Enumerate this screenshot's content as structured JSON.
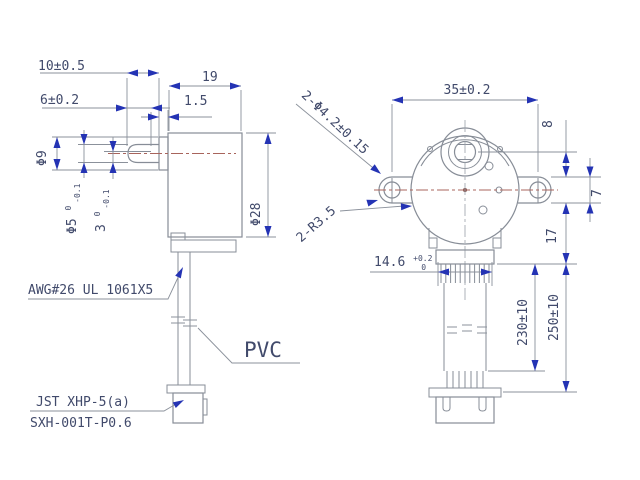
{
  "drawing": {
    "side_view": {
      "dims": {
        "shaft_length": "10±0.5",
        "flat_length": "6±0.2",
        "body_length": "19",
        "boss_length": "1.5",
        "boss_dia": "Φ9",
        "shaft_dia": "Φ5",
        "shaft_dia_tol_up": "0",
        "shaft_dia_tol_low": "-0.1",
        "flat_width": "3",
        "flat_width_tol_up": "0",
        "flat_width_tol_low": "-0.1",
        "body_dia": "Φ28"
      },
      "labels": {
        "wire_spec": "AWG#26 UL 1061X5",
        "sleeve_material": "PVC",
        "connector_type": "JST XHP-5(a)",
        "terminal_type": "SXH-001T-P0.6"
      }
    },
    "front_view": {
      "dims": {
        "mount_hole_span": "35±0.2",
        "mount_holes": "2-Φ4.2±0.15",
        "tab_radius": "2-R3.5",
        "shaft_offset": "8",
        "tab_width": "7",
        "body_lower": "17",
        "ribbon_width": "14.6",
        "ribbon_tol_up": "+0.2",
        "ribbon_tol_low": "0",
        "lead_length_inner": "230±10",
        "lead_length_outer": "250±10"
      }
    }
  }
}
